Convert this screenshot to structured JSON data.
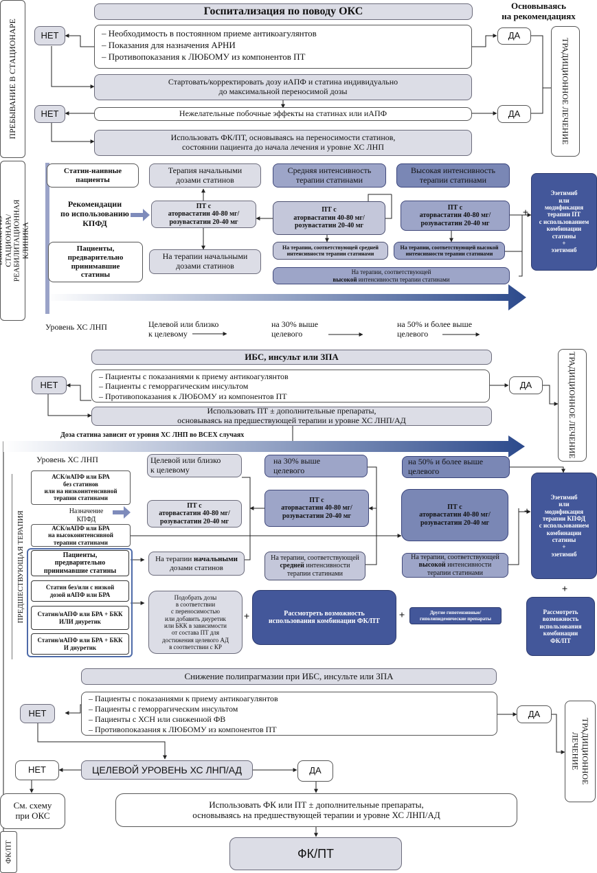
{
  "s1": {
    "title": "Госпитализация по поводу ОКС",
    "based_on": "Основываясь\nна рекомендациях",
    "left_label": "ПРЕБЫВАНИЕ В СТАЦИОНАРЕ",
    "no1": "НЕТ",
    "list": [
      "– Необходимость в постоянном приеме антикоагулянтов",
      "– Показания для назначения АРНИ",
      "– Противопоказания к ЛЮБОМУ из компонентов ПТ"
    ],
    "yes1": "ДА",
    "trad": "ТРАДИЦИОННОЕ ЛЕЧЕНИЕ",
    "start": "Стартовать/корректировать дозу иАПФ и статина индивидуально\nдо максимальной переносимой дозы",
    "no2": "НЕТ",
    "side_effects": "Нежелательные побочные эффекты на статинах или иАПФ",
    "yes2": "ДА",
    "use_fk": "Использовать ФК/ПТ, основываясь на переносимости статинов,\nсостоянии пациента до начала лечения и уровне ХС ЛНП"
  },
  "s2": {
    "left_label": "ВЫПИСКА ИЗ СТАЦИОНАРА/ РЕАБИЛИТАЦИОННАЯ КЛИНИКА",
    "naive": "Статин-наивные\nпациенты",
    "initial": "Терапия начальными\nдозами статинов",
    "medium": "Средняя интенсивность\nтерапии статинами",
    "high": "Высокая интенсивность\nтерапии статинами",
    "rec": "Рекомендации\nпо использованию\nКПФД",
    "pt1": "ПТ с\nаторвастатин 40-80 мг/\nрозувастатин 20-40 мг",
    "pt2": "ПТ с\nаторвастатин 40-80 мг/\nрозувастатин 20-40 мг",
    "pt3": "ПТ с\nаторвастатин 40-80 мг/\nрозувастатин 20-40 мг",
    "prev": "Пациенты,\nпредварительно\nпринимавшие\nстатины",
    "on_initial": "На терапии начальными\nдозами статинов",
    "on_medium": "На терапии, соответствующей средней\nинтенсивности терапии статинами",
    "on_high": "На терапии, соответствующей высокой\nинтенсивности терапии статинами",
    "on_high_wide_1": "На терапии, соответствующей",
    "on_high_wide_2": "высокой",
    "on_high_wide_3": " интенсивности терапии статинами",
    "plus": "+",
    "ezetimibe": "Эзетимиб\nили\nмодификация\nтерапии ПТ\nс использованием\nкомбинации\nстатины\n+\nэзетимиб",
    "ldl": "Уровень ХС ЛНП",
    "ldl_t1": "Целевой или близко\nк целевому",
    "ldl_t2": "на 30% выше\nцелевого",
    "ldl_t3": "на 50% и более выше\nцелевого"
  },
  "s3": {
    "title": "ИБС, инсульт или ЗПА",
    "no": "НЕТ",
    "list": [
      "– Пациенты с показаниями к приему антикоагулянтов",
      "– Пациенты с геморрагическим инсультом",
      "– Противопоказания к ЛЮБОМУ из компонентов ПТ"
    ],
    "yes": "ДА",
    "trad": "ТРАДИЦИОННОЕ ЛЕЧЕНИЕ",
    "use_pt": "Использовать ПТ ± дополнительные препараты,\nосновываясь на предшествующей терапии и уровне ХС ЛНП/АД",
    "dose_note": "Доза статина зависит от уровня ХС ЛНП во ВСЕХ случаях",
    "left_label": "ПРЕДШЕСТВУЮЩАЯ ТЕРАПИЯ",
    "ldl": "Уровень ХС ЛНП",
    "t1": "Целевой или близко\nк целевому",
    "t2": "на 30% выше\nцелевого",
    "t3": "на 50% и более выше\nцелевого",
    "ask_low": "АСК/иАПФ или БРА\nбез статинов\nили на низкоинтенсивной\nтерапии статинами",
    "kpfd": "Назначение\nКПФД",
    "ask_high": "АСК/иАПФ или БРА\nна высокоинтенсивной\nтерапии статинами",
    "pt1": "ПТ с\nаторвастатин 40-80 мг/\nрозувастатин 20-40 мг",
    "pt2": "ПТ с\nаторвастатин 40-80 мг/\nрозувастатин 20-40 мг",
    "pt3": "ПТ с\nаторвастатин 40-80 мг/\nрозувастатин 20-40 мг",
    "prev": "Пациенты,\nпредварительно\nпринимавшие статины",
    "on_initial_1": "На терапии ",
    "on_initial_2": "начальными",
    "on_initial_3": "дозами статинов",
    "on_medium_1": "На терапии, соответствующей",
    "on_medium_2": "средней",
    "on_medium_3": " интенсивности\nтерапии статинами",
    "on_high_1": "На терапии, соответствующей",
    "on_high_2": "высокой",
    "on_high_3": " интенсивности\nтерапии статинами",
    "statin_low": "Статин без/или с низкой\nдозой иАПФ или БРА",
    "statin_bkk_or": "Статин/иАПФ или БРА + БКК\nИЛИ диуретик",
    "statin_bkk_and": "Статин/иАПФ или БРА + БКК\nИ диуретик",
    "select_doses": "Подобрать дозы\nв соответствии\nс переносимостью\nили добавить диуретик\nили БКК в зависимости\nот состава ПТ для\nдостижения целевого АД\nв соответствии с КР",
    "plus": "+",
    "consider": "Рассмотреть возможность\nиспользования комбинации ФК/ПТ",
    "other": "Другие гипотензивные/\nгиполипидемические препараты",
    "ezetimibe": "Эзетимиб\nили\nмодификация\nтерапии КПФД\nс использованием\nкомбинации\nстатины\n+\nэзетимиб",
    "consider_right": "Рассмотреть\nвозможность\nиспользования\nкомбинации\nФК/ПТ"
  },
  "s4": {
    "title": "Снижение полипрагмазии при ИБС, инсульте или ЗПА",
    "no": "НЕТ",
    "list": [
      "– Пациенты с показаниями к приему антикоагулянтов",
      "– Пациенты с геморрагическим инсультом",
      "– Пациенты с ХСН или сниженной ФВ",
      "– Противопоказания к ЛЮБОМУ из компонентов ПТ"
    ],
    "yes": "ДА",
    "trad": "ТРАДИЦИОННОЕ ЛЕЧЕНИЕ",
    "no2": "НЕТ",
    "target": "ЦЕЛЕВОЙ УРОВЕНЬ ХС ЛНП/АД",
    "yes2": "ДА",
    "see": "См. схему\nпри ОКС",
    "use_fk": "Использовать ФК или ПТ ± дополнительные препараты,\nосновываясь на предшествующей терапии и уровне ХС ЛНП/АД",
    "left_label": "ФК/ПТ",
    "final": "ФК/ПТ"
  }
}
